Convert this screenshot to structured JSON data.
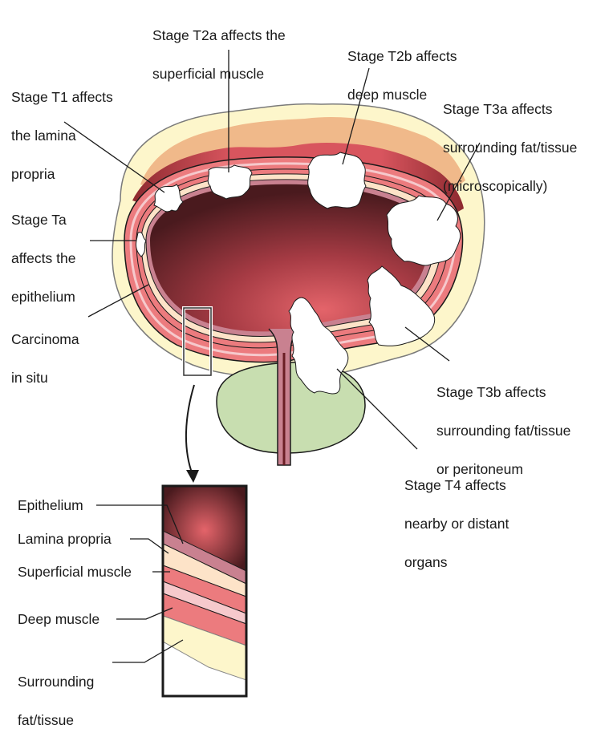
{
  "title": "Bladder cancer staging diagram",
  "labels": {
    "t2a": [
      "Stage T2a affects the",
      "superficial muscle"
    ],
    "t2b": [
      "Stage T2b affects",
      "deep muscle"
    ],
    "t1": [
      "Stage T1 affects",
      "the lamina",
      "propria"
    ],
    "t3a": [
      "Stage T3a affects",
      "surrounding fat/tissue",
      "(microscopically)"
    ],
    "ta": [
      "Stage Ta",
      "affects the",
      "epithelium"
    ],
    "cis": [
      "Carcinoma",
      "in situ"
    ],
    "t3b": [
      "Stage T3b affects",
      "surrounding fat/tissue",
      "or peritoneum"
    ],
    "t4": [
      "Stage T4 affects",
      "nearby or distant",
      "organs"
    ]
  },
  "inset_labels": {
    "epithelium": "Epithelium",
    "lamina_propria": "Lamina propria",
    "superficial_muscle": "Superficial muscle",
    "deep_muscle": "Deep muscle",
    "surrounding": [
      "Surrounding",
      "fat/tissue"
    ]
  },
  "colors": {
    "lumen_dark": "#4a1a1e",
    "lumen_light": "#d95a60",
    "muscle": "#ec7b7e",
    "muscle_stripe": "#f6c9cc",
    "lamina": "#fde3c8",
    "epithelium": "#c98190",
    "fat": "#fdf6cb",
    "fat_outer": "#f0b98a",
    "prostate": "#c8deb0",
    "tumor": "#ffffff",
    "outline": "#1a1a1a"
  }
}
